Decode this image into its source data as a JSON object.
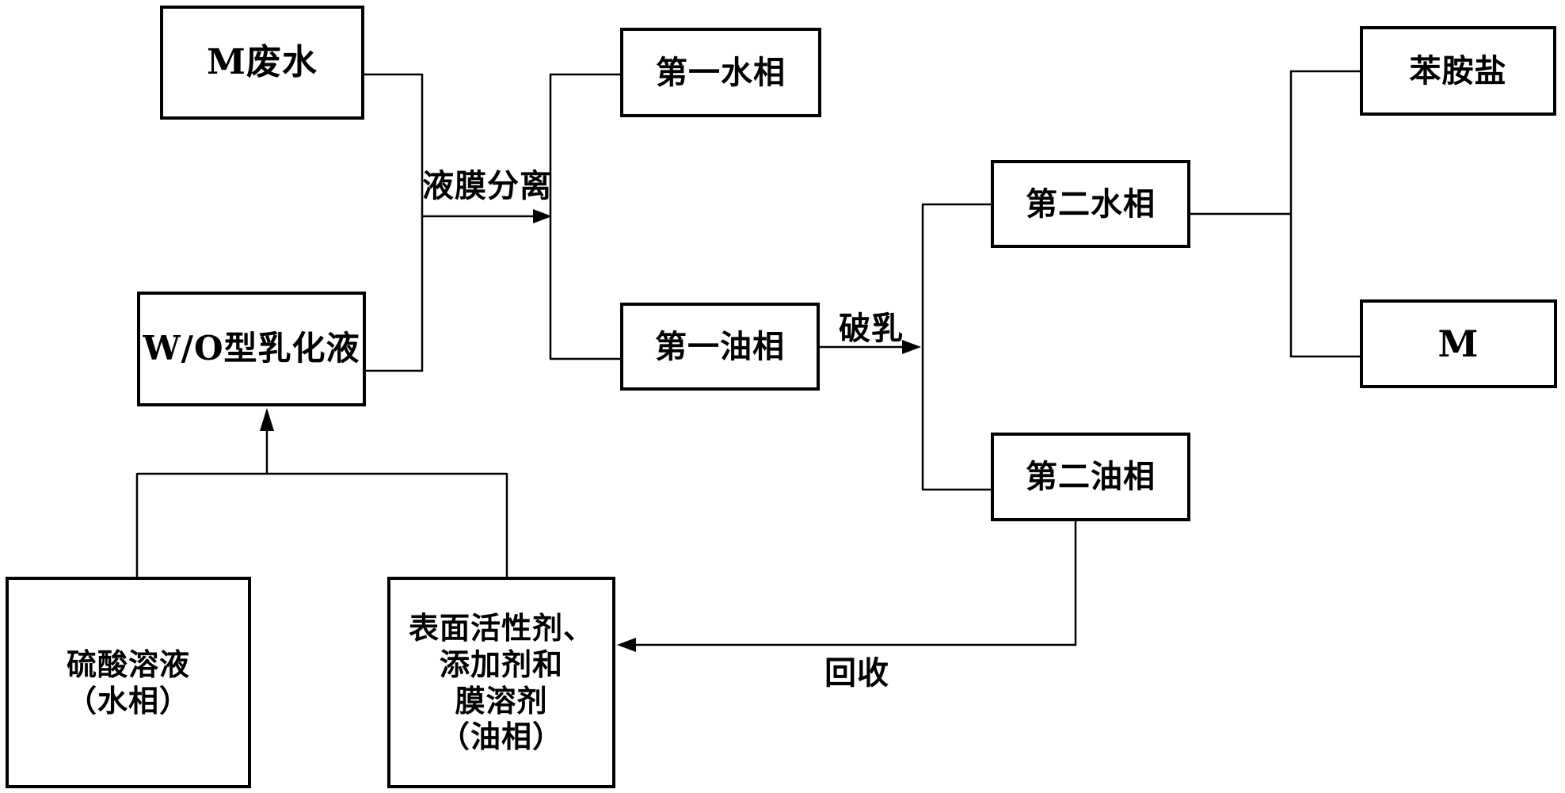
{
  "diagram": {
    "background_color": "#ffffff",
    "line_color": "#000000",
    "boxes": {
      "m_wastewater": {
        "label": "M废水"
      },
      "wo_emulsion": {
        "label": "W/O型乳化液"
      },
      "sulfuric_acid": {
        "lines": [
          "硫酸溶液",
          "（水相）"
        ]
      },
      "surfactant": {
        "lines": [
          "表面活性剂、",
          "添加剂和",
          "膜溶剂",
          "（油相）"
        ]
      },
      "first_water": {
        "label": "第一水相"
      },
      "first_oil": {
        "label": "第一油相"
      },
      "second_water": {
        "label": "第二水相"
      },
      "second_oil": {
        "label": "第二油相"
      },
      "aniline_salt": {
        "label": "苯胺盐"
      },
      "m_product": {
        "label": "M"
      }
    },
    "edge_labels": {
      "membrane_separation": "液膜分离",
      "demulsification": "破乳",
      "recovery": "回收"
    },
    "edges": [
      {
        "from": "m_wastewater",
        "to": "wo_emulsion",
        "label": "",
        "arrow": "none"
      },
      {
        "from": "m_wastewater_wo_emulsion_junction",
        "to": "first_water_first_oil_branch",
        "label": "液膜分离",
        "arrow": "right"
      },
      {
        "from": "branch1",
        "to": "first_water",
        "label": "",
        "arrow": "none"
      },
      {
        "from": "branch1",
        "to": "first_oil",
        "label": "",
        "arrow": "none"
      },
      {
        "from": "first_oil",
        "to": "second_water_second_oil_branch",
        "label": "破乳",
        "arrow": "right"
      },
      {
        "from": "branch2",
        "to": "second_water",
        "label": "",
        "arrow": "none"
      },
      {
        "from": "branch2",
        "to": "second_oil",
        "label": "",
        "arrow": "none"
      },
      {
        "from": "second_water",
        "to": "aniline_salt",
        "label": "",
        "arrow": "none"
      },
      {
        "from": "second_water",
        "to": "m_product",
        "label": "",
        "arrow": "none"
      },
      {
        "from": "second_oil",
        "to": "surfactant",
        "label": "回收",
        "arrow": "left"
      },
      {
        "from": "sulfuric_acid",
        "to": "wo_emulsion",
        "label": "",
        "arrow": "up"
      },
      {
        "from": "surfactant",
        "to": "wo_emulsion",
        "label": "",
        "arrow": "up"
      }
    ]
  }
}
